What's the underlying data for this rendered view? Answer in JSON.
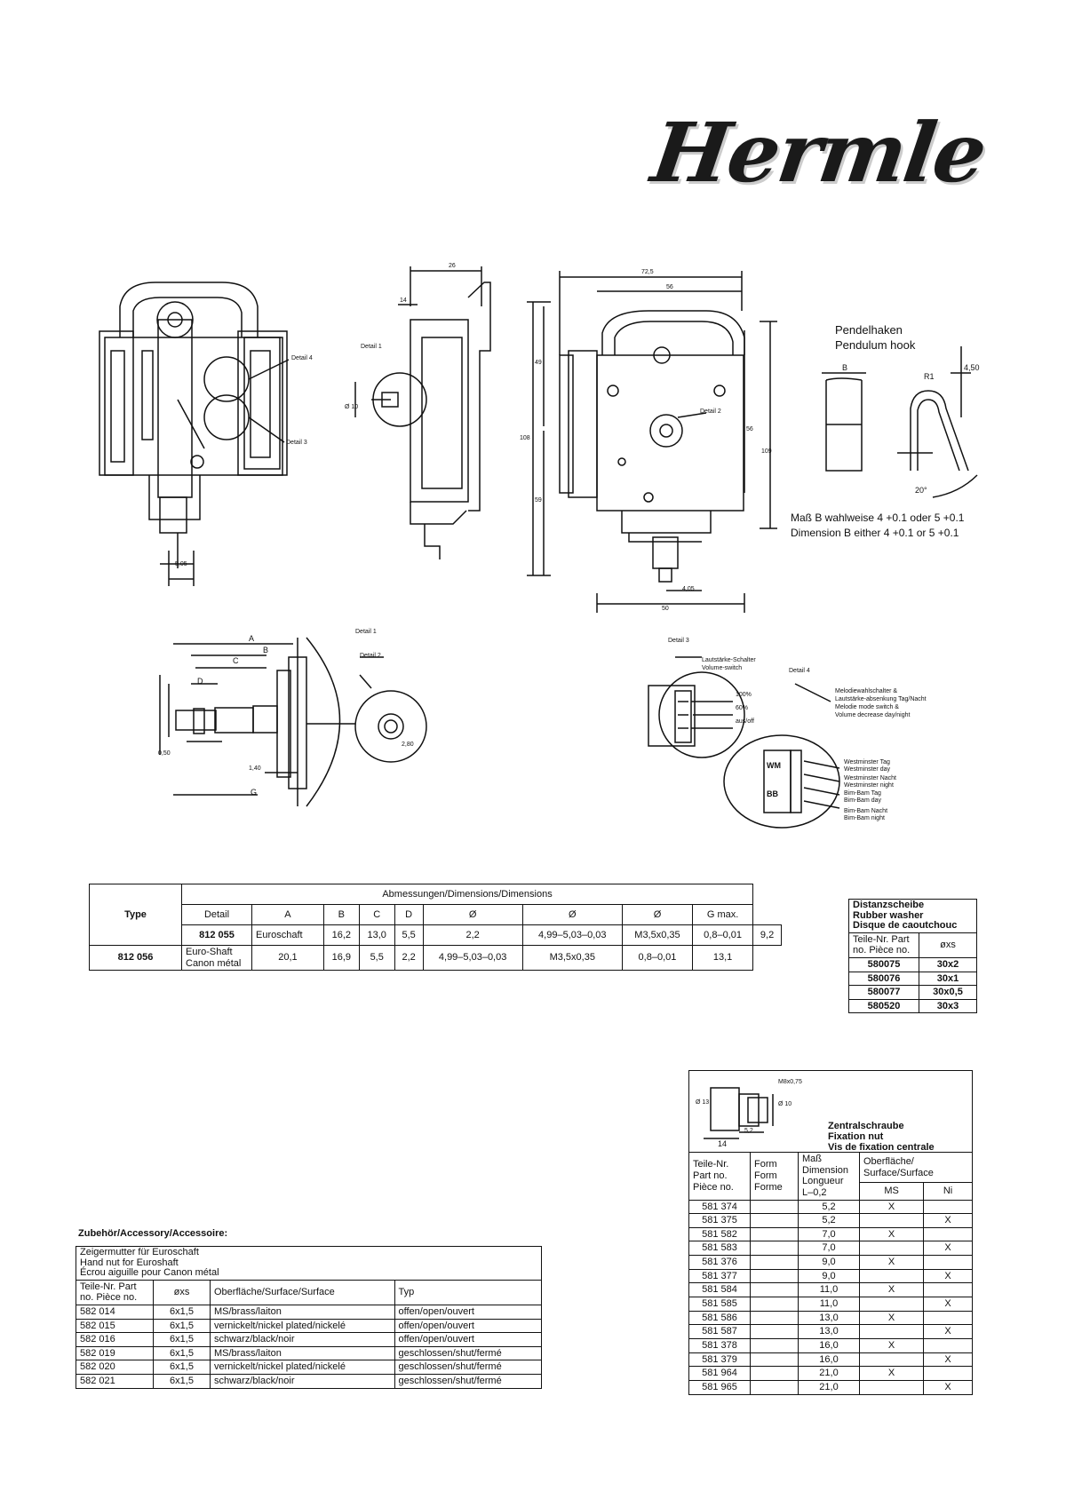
{
  "logo": "Hermle",
  "drawing_labels": {
    "detail_4": "Detail 4",
    "detail_3": "Detail 3",
    "detail_1": "Detail 1",
    "detail_2": "Detail 2",
    "dim_505": "5,05",
    "dim_26": "26",
    "dim_14": "14",
    "dim_10": "Ø 10",
    "dim_725": "72,5",
    "dim_56": "56",
    "dim_49": "49",
    "dim_108": "108",
    "dim_59": "59",
    "dim_56b": "56",
    "dim_109": "109",
    "dim_405": "4,05",
    "dim_50": "50",
    "pendel_de": "Pendelhaken",
    "pendel_en": "Pendulum hook",
    "pendel_B": "B",
    "pendel_r1": "R1",
    "pendel_450": "4,50",
    "pendel_20": "20°",
    "mass_b_de": "Maß B wahlweise 4 +0.1 oder 5 +0.1",
    "mass_b_en": "Dimension B either 4 +0.1 or 5 +0.1",
    "shaft_A": "A",
    "shaft_B": "B",
    "shaft_C": "C",
    "shaft_D": "D",
    "shaft_G": "G",
    "shaft_140": "1,40",
    "shaft_050": "0,50",
    "shaft_280": "2,80",
    "volume_de": "Lautstärke-Schalter",
    "volume_en": "Volume-switch",
    "vol_100": "100%",
    "vol_60": "60%",
    "vol_off": "aus/off",
    "melody_1": "Melodiewahlschalter &",
    "melody_2": "Lautstärke-absenkung Tag/Nacht",
    "melody_3": "Melodie mode switch &",
    "melody_4": "Volume decrease day/night",
    "wm_tag": "Westminster Tag",
    "wm_day": "Westminster day",
    "wm_nacht": "Westminster Nacht",
    "wm_night": "Westminster night",
    "bb_tag": "Bim-Bam Tag",
    "bb_day": "Bim-Bam day",
    "bb_nacht": "Bim-Bam Nacht",
    "bb_night": "Bim-Bam night",
    "sw_wm": "WM",
    "sw_bb": "BB"
  },
  "dimensions_table": {
    "col_type": "Type",
    "group_header": "Abmessungen/Dimensions/Dimensions",
    "headers": [
      "Detail",
      "A",
      "B",
      "C",
      "D",
      "Ø",
      "Ø",
      "Ø",
      "G max."
    ],
    "rows": [
      {
        "type": "812 055",
        "detail": "Euroschaft",
        "a": "16,2",
        "b": "13,0",
        "c": "5,5",
        "d": "2,2",
        "d1": "4,99–5,03–0,03",
        "d2": "M3,5x0,35",
        "d3": "0,8–0,01",
        "g": "9,2"
      },
      {
        "type": "812 056",
        "detail": "Euro-Shaft Canon métal",
        "a": "20,1",
        "b": "16,9",
        "c": "5,5",
        "d": "2,2",
        "d1": "4,99–5,03–0,03",
        "d2": "M3,5x0,35",
        "d3": "0,8–0,01",
        "g": "13,1"
      }
    ]
  },
  "washer_table": {
    "title_de": "Distanzscheibe",
    "title_en": "Rubber washer",
    "title_fr": "Disque de caoutchouc",
    "col_part": "Teile-Nr. Part no. Pièce no.",
    "col_oxs": "øxs",
    "rows": [
      {
        "part": "580075",
        "size": "30x2"
      },
      {
        "part": "580076",
        "size": "30x1"
      },
      {
        "part": "580077",
        "size": "30x0,5"
      },
      {
        "part": "580520",
        "size": "30x3"
      }
    ]
  },
  "fixation_nut": {
    "drawing_13": "Ø 13",
    "drawing_m8": "M8x0,75",
    "drawing_10": "Ø 10",
    "drawing_14": "14",
    "drawing_52": "5,2",
    "title_de": "Zentralschraube",
    "title_en": "Fixation nut",
    "title_fr": "Vis de fixation centrale",
    "col_part": "Teile-Nr. Part no. Pièce no.",
    "col_form": "Form Form Forme",
    "col_mass": "Maß Dimension Longueur L–0,2",
    "col_surface": "Oberfläche/ Surface/Surface",
    "col_ms": "MS",
    "col_ni": "Ni",
    "rows": [
      {
        "part": "581 374",
        "length": "5,2",
        "ms": "X",
        "ni": ""
      },
      {
        "part": "581 375",
        "length": "5,2",
        "ms": "",
        "ni": "X"
      },
      {
        "part": "581 582",
        "length": "7,0",
        "ms": "X",
        "ni": ""
      },
      {
        "part": "581 583",
        "length": "7,0",
        "ms": "",
        "ni": "X"
      },
      {
        "part": "581 376",
        "length": "9,0",
        "ms": "X",
        "ni": ""
      },
      {
        "part": "581 377",
        "length": "9,0",
        "ms": "",
        "ni": "X"
      },
      {
        "part": "581 584",
        "length": "11,0",
        "ms": "X",
        "ni": ""
      },
      {
        "part": "581 585",
        "length": "11,0",
        "ms": "",
        "ni": "X"
      },
      {
        "part": "581 586",
        "length": "13,0",
        "ms": "X",
        "ni": ""
      },
      {
        "part": "581 587",
        "length": "13,0",
        "ms": "",
        "ni": "X"
      },
      {
        "part": "581 378",
        "length": "16,0",
        "ms": "X",
        "ni": ""
      },
      {
        "part": "581 379",
        "length": "16,0",
        "ms": "",
        "ni": "X"
      },
      {
        "part": "581 964",
        "length": "21,0",
        "ms": "X",
        "ni": ""
      },
      {
        "part": "581 965",
        "length": "21,0",
        "ms": "",
        "ni": "X"
      }
    ]
  },
  "accessory": {
    "heading": "Zubehör/Accessory/Accessoire:",
    "title_de": "Zeigermutter für Euroschaft",
    "title_en": "Hand nut for Euroshaft",
    "title_fr": "Écrou aiguille pour Canon métal",
    "col_part": "Teile-Nr. Part no. Pièce no.",
    "col_oxs": "øxs",
    "col_surface": "Oberfläche/Surface/Surface",
    "col_typ": "Typ",
    "rows": [
      {
        "part": "582 014",
        "size": "6x1,5",
        "surface": "MS/brass/laiton",
        "typ": "offen/open/ouvert"
      },
      {
        "part": "582 015",
        "size": "6x1,5",
        "surface": "vernickelt/nickel plated/nickelé",
        "typ": "offen/open/ouvert"
      },
      {
        "part": "582 016",
        "size": "6x1,5",
        "surface": "schwarz/black/noir",
        "typ": "offen/open/ouvert"
      },
      {
        "part": "582 019",
        "size": "6x1,5",
        "surface": "MS/brass/laiton",
        "typ": "geschlossen/shut/fermé"
      },
      {
        "part": "582 020",
        "size": "6x1,5",
        "surface": "vernickelt/nickel plated/nickelé",
        "typ": "geschlossen/shut/fermé"
      },
      {
        "part": "582 021",
        "size": "6x1,5",
        "surface": "schwarz/black/noir",
        "typ": "geschlossen/shut/fermé"
      }
    ]
  }
}
